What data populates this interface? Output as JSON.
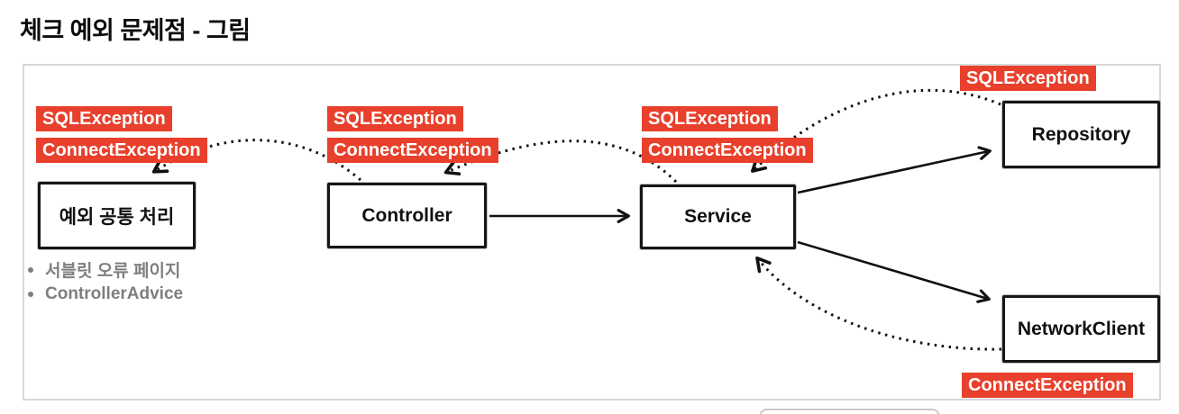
{
  "page": {
    "title": "체크 예외 문제점 - 그림"
  },
  "colors": {
    "badge_red": "#e8402c",
    "badge_text": "#ffffff",
    "box_border": "#161616",
    "note_gray": "#7f7f7f",
    "frame_border": "#d8d8d8"
  },
  "diagram": {
    "handler": {
      "badge_sql": "SQLException",
      "badge_connect": "ConnectException",
      "box_label": "예외 공통 처리"
    },
    "controller": {
      "badge_sql": "SQLException",
      "badge_connect": "ConnectException",
      "box_label": "Controller"
    },
    "service": {
      "badge_sql": "SQLException",
      "badge_connect": "ConnectException",
      "box_label": "Service"
    },
    "repository": {
      "badge_sql": "SQLException",
      "box_label": "Repository"
    },
    "network_client": {
      "badge_connect": "ConnectException",
      "box_label": "NetworkClient"
    },
    "notes": [
      "서블릿 오류 페이지",
      "ControllerAdvice"
    ]
  }
}
